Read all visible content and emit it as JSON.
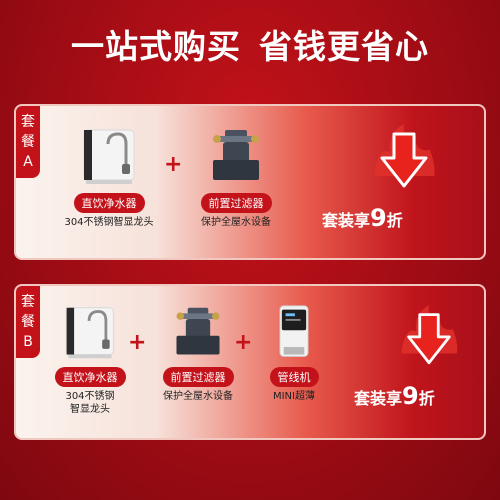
{
  "headline": {
    "left": "一站式购买",
    "right": "省钱更省心"
  },
  "packages": [
    {
      "tag_chars": [
        "套",
        "餐",
        "A"
      ],
      "items": [
        {
          "label": "直饮净水器",
          "desc": "304不锈钢智显龙头",
          "icon": "water-purifier-icon"
        },
        {
          "label": "前置过滤器",
          "desc": "保护全屋水设备",
          "icon": "pre-filter-icon"
        }
      ],
      "plus": "+",
      "offer_prefix": "套装享",
      "offer_number": "9",
      "offer_suffix": "折"
    },
    {
      "tag_chars": [
        "套",
        "餐",
        "B"
      ],
      "items": [
        {
          "label": "直饮净水器",
          "desc_lines": [
            "304不锈钢",
            "智显龙头"
          ],
          "icon": "water-purifier-icon"
        },
        {
          "label": "前置过滤器",
          "desc": "保护全屋水设备",
          "icon": "pre-filter-icon"
        },
        {
          "label": "管线机",
          "desc": "MINI超薄",
          "icon": "pipeline-machine-icon"
        }
      ],
      "plus": "+",
      "offer_prefix": "套装享",
      "offer_number": "9",
      "offer_suffix": "折"
    }
  ],
  "colors": {
    "primary_red": "#c4121a",
    "white": "#ffffff"
  }
}
